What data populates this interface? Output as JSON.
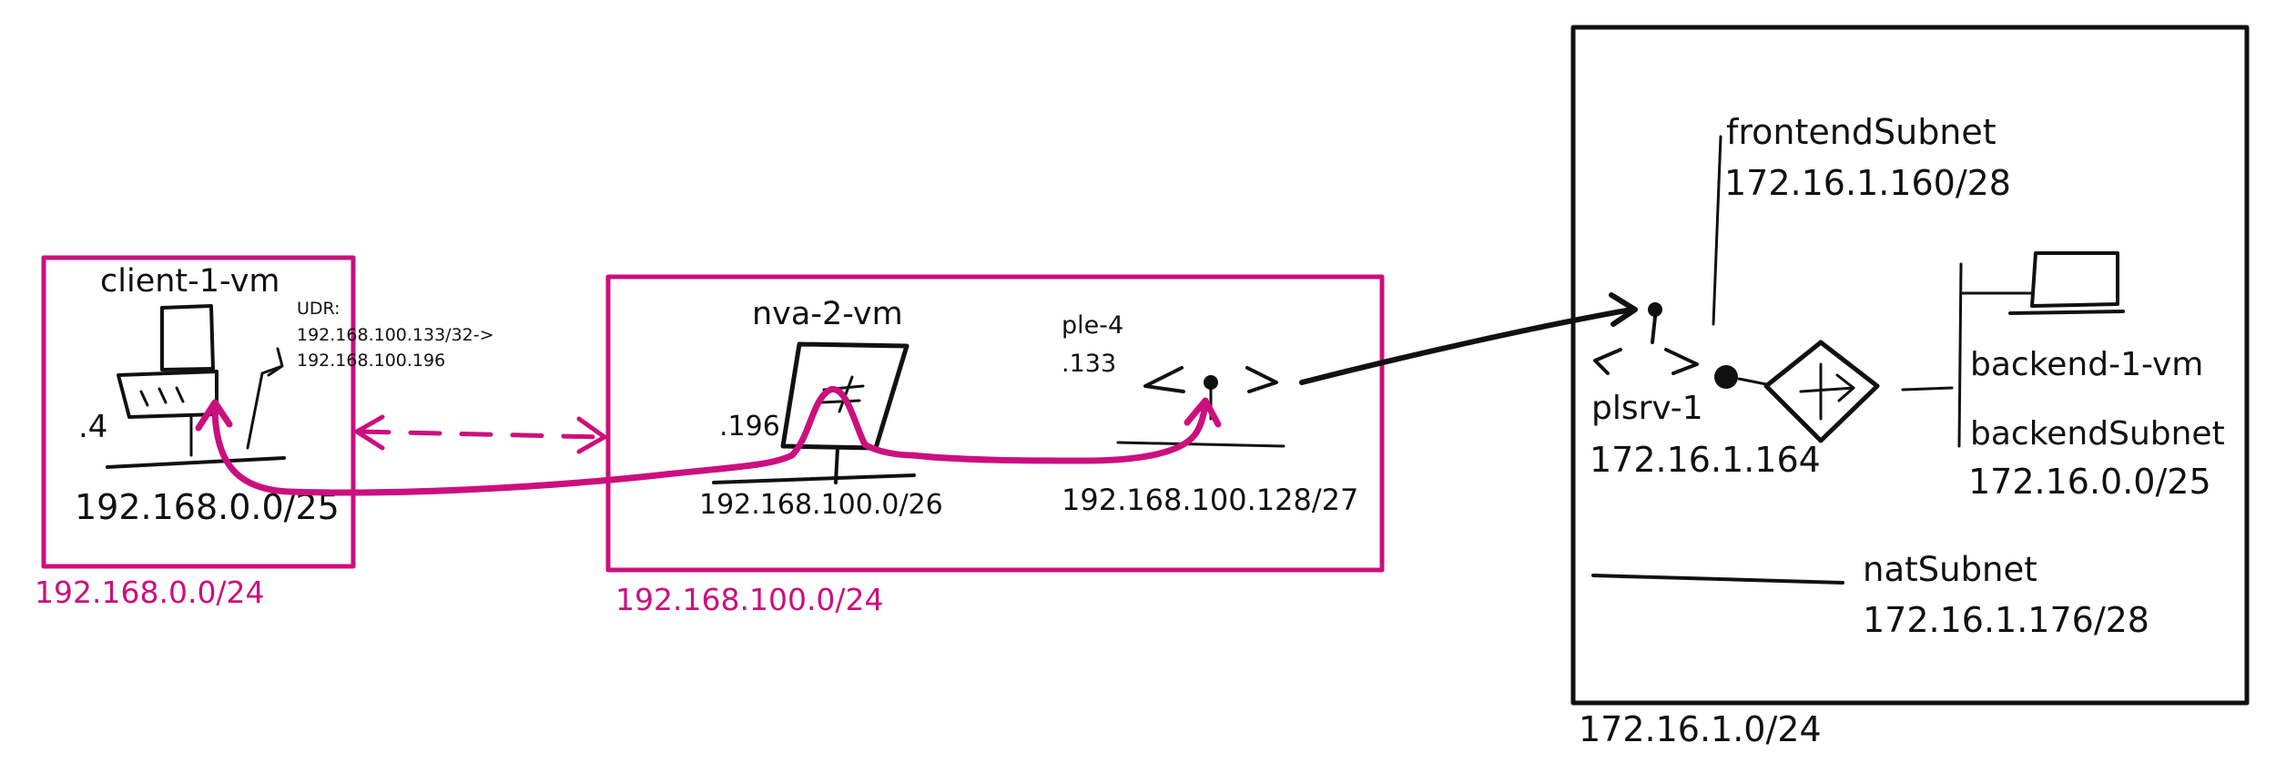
{
  "colors": {
    "accent": "#cc0f7e",
    "ink": "#111111",
    "background": "#ffffff"
  },
  "client_vnet": {
    "vm_name": "client-1-vm",
    "host_octet": ".4",
    "udr_title": "UDR:",
    "udr_route": "192.168.100.133/32->",
    "udr_next_hop": "192.168.100.196",
    "subnet": "192.168.0.0/25",
    "address_space": "192.168.0.0/24",
    "icon": "laptop-icon"
  },
  "nva_vnet": {
    "vm_name": "nva-2-vm",
    "host_octet": ".196",
    "subnet": "192.168.100.0/26",
    "pe_name": "ple-4",
    "pe_octet": ".133",
    "pe_subnet": "192.168.100.128/27",
    "address_space": "192.168.100.0/24",
    "icons": [
      "firewall-icon",
      "private-endpoint-icon"
    ]
  },
  "provider_vnet": {
    "frontend_subnet_name": "frontendSubnet",
    "frontend_subnet": "172.16.1.160/28",
    "pls_name": "plsrv-1",
    "pls_ip": "172.16.1.164",
    "backend_vm_name": "backend-1-vm",
    "backend_subnet_name": "backendSubnet",
    "backend_subnet": "172.16.0.0/25",
    "nat_subnet_name": "natSubnet",
    "nat_subnet": "172.16.1.176/28",
    "address_space": "172.16.1.0/24",
    "icons": [
      "private-link-service-icon",
      "load-balancer-icon",
      "laptop-icon"
    ]
  }
}
